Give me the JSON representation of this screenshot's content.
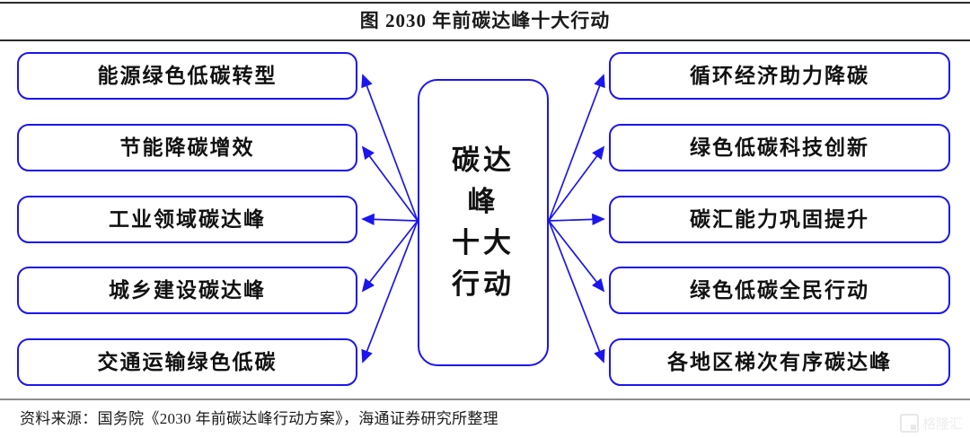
{
  "figure": {
    "title": "图  2030 年前碳达峰十大行动",
    "source_note": "资料来源：国务院《2030 年前碳达峰行动方案》，海通证券研究所整理",
    "accent_color": "#1b15f0",
    "text_color": "#111111",
    "background_color": "#ffffff"
  },
  "center": {
    "full_label": "碳达峰十大行动",
    "lines": [
      "碳达",
      "峰",
      "十大",
      "行动"
    ]
  },
  "left_column": [
    {
      "label": "能源绿色低碳转型"
    },
    {
      "label": "节能降碳增效"
    },
    {
      "label": "工业领域碳达峰"
    },
    {
      "label": "城乡建设碳达峰"
    },
    {
      "label": "交通运输绿色低碳"
    }
  ],
  "right_column": [
    {
      "label": "循环经济助力降碳"
    },
    {
      "label": "绿色低碳科技创新"
    },
    {
      "label": "碳汇能力巩固提升"
    },
    {
      "label": "绿色低碳全民行动"
    },
    {
      "label": "各地区梯次有序碳达峰"
    }
  ],
  "watermark": {
    "text": "格隆汇"
  }
}
